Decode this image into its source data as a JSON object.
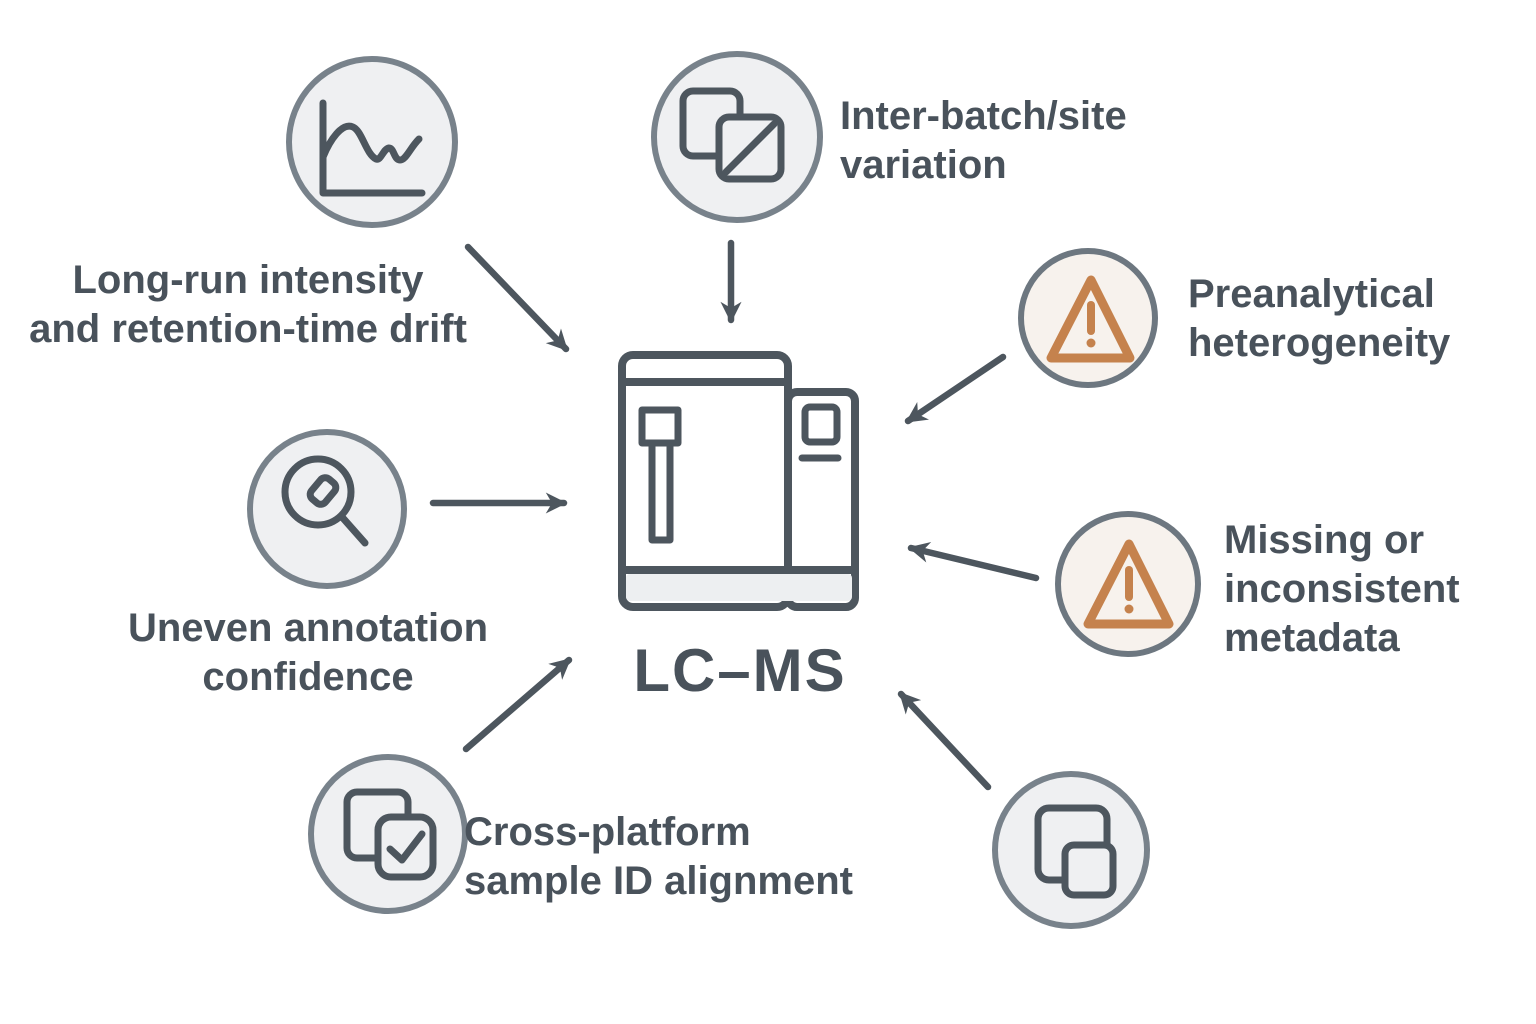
{
  "center": {
    "label": "LC–MS",
    "icon": "lc-ms-instrument-icon"
  },
  "nodes": {
    "drift": {
      "icon": "line-chart-icon",
      "lines": [
        "Long-run intensity",
        "and retention-time drift"
      ]
    },
    "batch": {
      "icon": "overlapping-squares-slash-icon",
      "lines": [
        "Inter-batch/site",
        "variation"
      ]
    },
    "preanalytical": {
      "icon": "warning-triangle-icon",
      "lines": [
        "Preanalytical",
        "heterogeneity"
      ]
    },
    "annotation": {
      "icon": "magnifier-tag-icon",
      "lines": [
        "Uneven annotation",
        "confidence"
      ]
    },
    "metadata": {
      "icon": "warning-triangle-icon",
      "lines": [
        "Missing or",
        "inconsistent",
        "metadata"
      ]
    },
    "crossplatform": {
      "icon": "overlapping-squares-check-icon",
      "lines": [
        "Cross-platform",
        "sample ID alignment"
      ]
    },
    "samples": {
      "icon": "overlapping-squares-icon",
      "lines": []
    }
  },
  "colors": {
    "background": "#ffffff",
    "stroke": "#4d565e",
    "circle_fill": "#eff0f2",
    "circle_border": "#78828b",
    "warning_fill": "#f7f2ed",
    "warning_border": "#6d7780",
    "orange": "#c5824d",
    "text": "#49525b"
  }
}
